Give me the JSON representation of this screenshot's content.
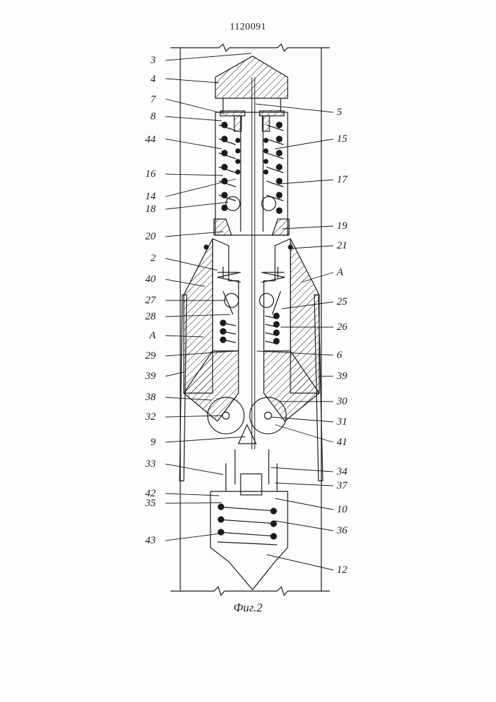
{
  "document": {
    "patent_number": "1120091",
    "figure_caption": "Фиг.2"
  },
  "labels": {
    "left": [
      "3",
      "4",
      "7",
      "8",
      "44",
      "16",
      "14",
      "18",
      "20",
      "2",
      "40",
      "27",
      "28",
      "A",
      "29",
      "39",
      "38",
      "32",
      "9",
      "33",
      "42",
      "35",
      "43"
    ],
    "right": [
      "5",
      "15",
      "17",
      "19",
      "21",
      "A",
      "25",
      "26",
      "6",
      "39",
      "30",
      "31",
      "41",
      "34",
      "37",
      "10",
      "36",
      "12"
    ]
  },
  "colors": {
    "ink": "#1a1a1a",
    "paper": "#fdfdfb"
  }
}
